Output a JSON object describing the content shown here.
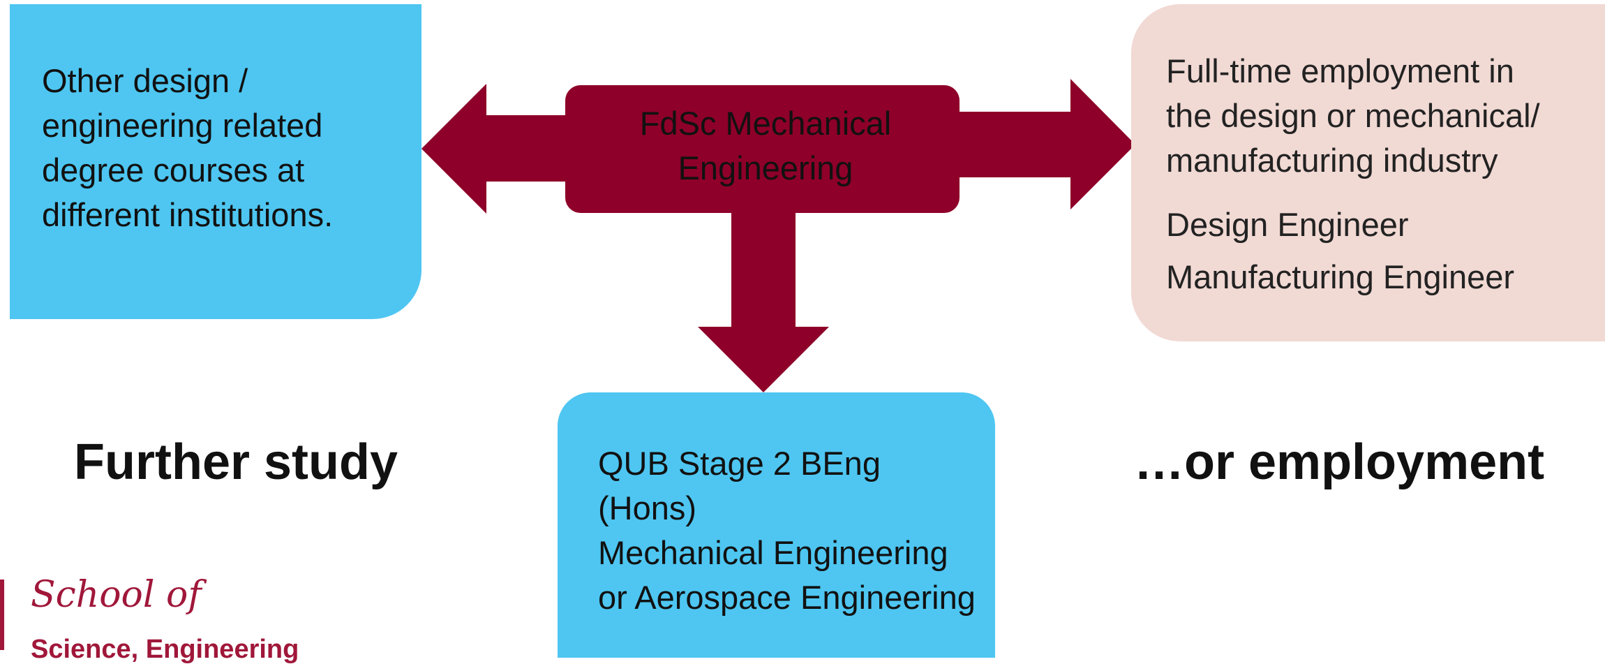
{
  "left_box": {
    "lines": [
      "Other design /",
      "engineering related",
      "degree courses at",
      "different institutions."
    ]
  },
  "center_box": {
    "lines": [
      "FdSc Mechanical",
      "Engineering"
    ]
  },
  "right_box": {
    "lines": [
      "Full-time employment in",
      "the design or mechanical/",
      "manufacturing industry"
    ],
    "role_1": "Design Engineer",
    "role_2": "Manufacturing Engineer"
  },
  "bottom_box": {
    "lines": [
      "QUB Stage 2 BEng (Hons)",
      "Mechanical Engineering",
      "or Aerospace Engineering"
    ]
  },
  "headings": {
    "further_study": "Further study",
    "or_employment": "…or employment"
  },
  "logo": {
    "script_text": "School of",
    "subtitle": "Science, Engineering"
  },
  "colors": {
    "arrow": "#8e0029",
    "blue_box": "#4ec6f1",
    "pink_box": "#f1d9d4",
    "logo": "#a0173a"
  }
}
